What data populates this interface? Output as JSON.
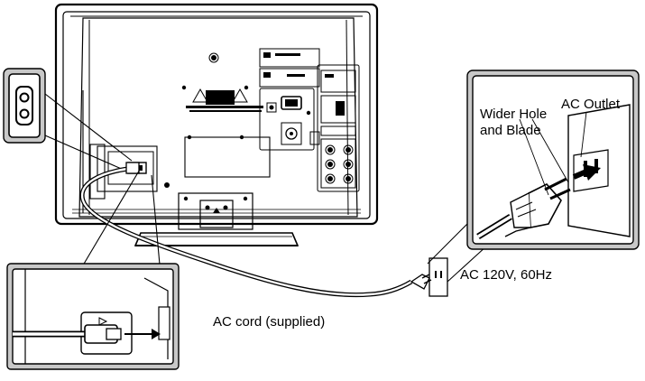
{
  "labels": {
    "ac_outlet": "AC Outlet",
    "wider_hole": "Wider Hole",
    "and_blade": "and Blade",
    "ac_spec": "AC 120V, 60Hz",
    "ac_cord": "AC cord (supplied)"
  },
  "icons": {
    "inlet": "ac-inlet-figure-8-icon",
    "plug": "polarized-plug-icon",
    "outlet": "wall-outlet-icon"
  },
  "colors": {
    "line": "#000000",
    "fill": "#ffffff",
    "shade": "#c8c8c8",
    "dark": "#1a1a1a"
  }
}
